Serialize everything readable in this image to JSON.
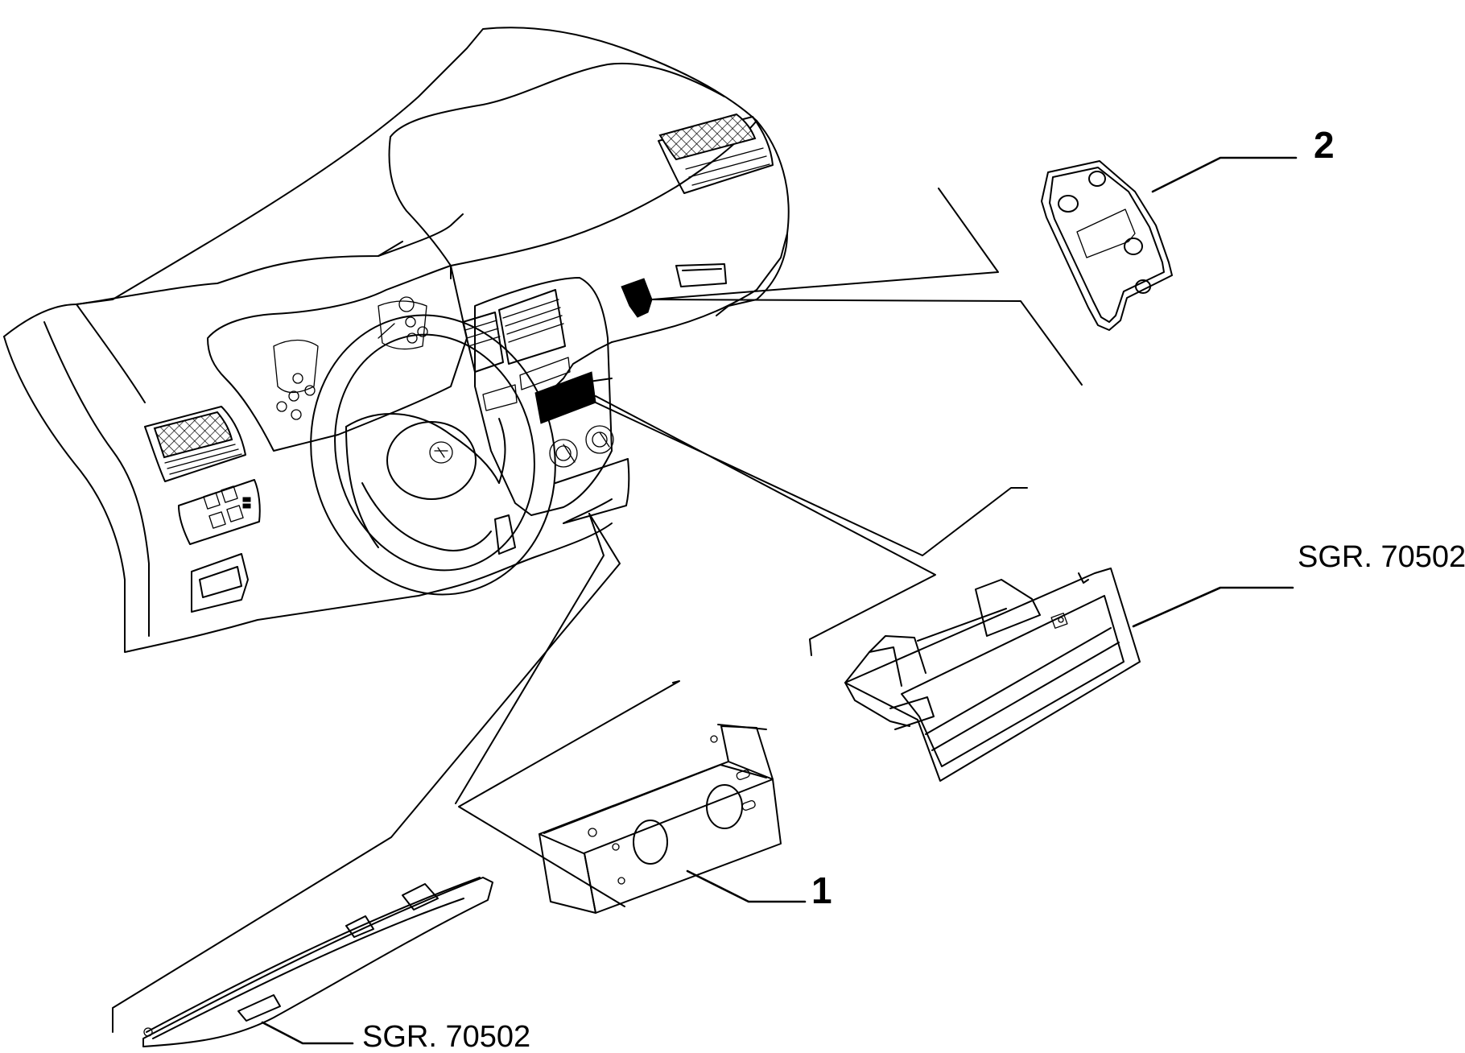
{
  "callouts": {
    "part_1": {
      "label": "1"
    },
    "part_2": {
      "label": "2"
    },
    "ref_right": {
      "label": "SGR. 70502"
    },
    "ref_bottom": {
      "label": "SGR. 70502"
    }
  }
}
